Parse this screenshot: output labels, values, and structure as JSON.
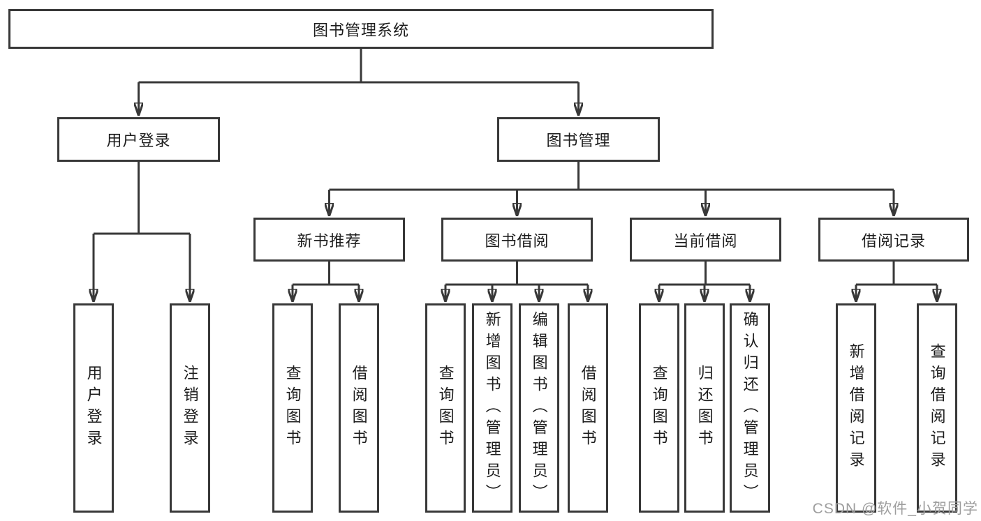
{
  "diagram": {
    "title_node": {
      "label": "图书管理系统"
    },
    "level2": [
      {
        "id": "user-login",
        "label": "用户登录"
      },
      {
        "id": "book-management",
        "label": "图书管理"
      }
    ],
    "level3": [
      {
        "id": "new-book-recommend",
        "label": "新书推荐"
      },
      {
        "id": "book-borrowing",
        "label": "图书借阅"
      },
      {
        "id": "current-borrowing",
        "label": "当前借阅"
      },
      {
        "id": "borrowing-records",
        "label": "借阅记录"
      }
    ],
    "leaves": {
      "user_login": [
        {
          "label": "用户登录"
        },
        {
          "label": "注销登录"
        }
      ],
      "new_book_recommend": [
        {
          "label": "查询图书"
        },
        {
          "label": "借阅图书"
        }
      ],
      "book_borrowing": [
        {
          "label": "查询图书"
        },
        {
          "label": "新增图书（管理员）"
        },
        {
          "label": "编辑图书（管理员）"
        },
        {
          "label": "借阅图书"
        }
      ],
      "current_borrowing": [
        {
          "label": "查询图书"
        },
        {
          "label": "归还图书"
        },
        {
          "label": "确认归还（管理员）"
        }
      ],
      "borrowing_records": [
        {
          "label": "新增借阅记录"
        },
        {
          "label": "查询借阅记录"
        }
      ]
    }
  },
  "watermark": {
    "text": "CSDN @软件_小贺同学",
    "color": "#9e9e9e"
  },
  "colors": {
    "line": "#383838",
    "box_border": "#383838",
    "box_fill": "#ffffff",
    "text": "#1c1c1c",
    "background": "#ffffff"
  }
}
